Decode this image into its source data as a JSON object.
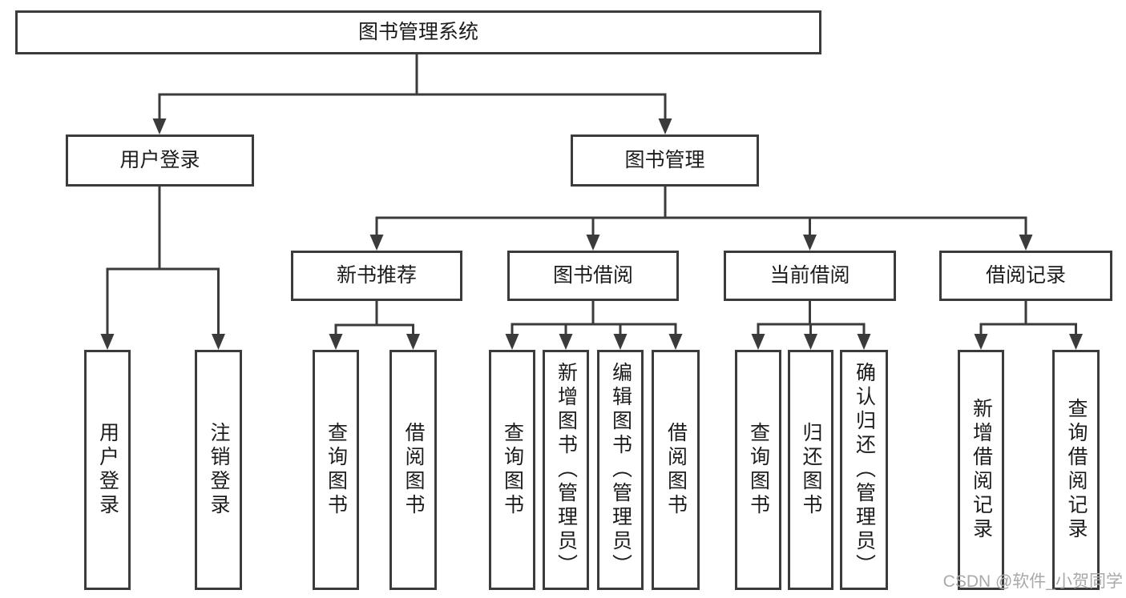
{
  "hierarchy": {
    "label": "图书管理系统",
    "children": [
      {
        "label": "用户登录",
        "children": [
          {
            "label": "用户登录"
          },
          {
            "label": "注销登录"
          }
        ]
      },
      {
        "label": "图书管理",
        "children": [
          {
            "label": "新书推荐",
            "children": [
              {
                "label": "查询图书"
              },
              {
                "label": "借阅图书"
              }
            ]
          },
          {
            "label": "图书借阅",
            "children": [
              {
                "label": "查询图书"
              },
              {
                "label": "新增图书（管理员）"
              },
              {
                "label": "编辑图书（管理员）"
              },
              {
                "label": "借阅图书"
              }
            ]
          },
          {
            "label": "当前借阅",
            "children": [
              {
                "label": "查询图书"
              },
              {
                "label": "归还图书"
              },
              {
                "label": "确认归还（管理员）"
              }
            ]
          },
          {
            "label": "借阅记录",
            "children": [
              {
                "label": "新增借阅记录"
              },
              {
                "label": "查询借阅记录"
              }
            ]
          }
        ]
      }
    ]
  },
  "watermark": "CSDN @软件_小贺同学",
  "colors": {
    "line": "#3b3b3b",
    "text": "#1c1c1c",
    "watermark": "#a9a9a9",
    "background": "#ffffff"
  }
}
